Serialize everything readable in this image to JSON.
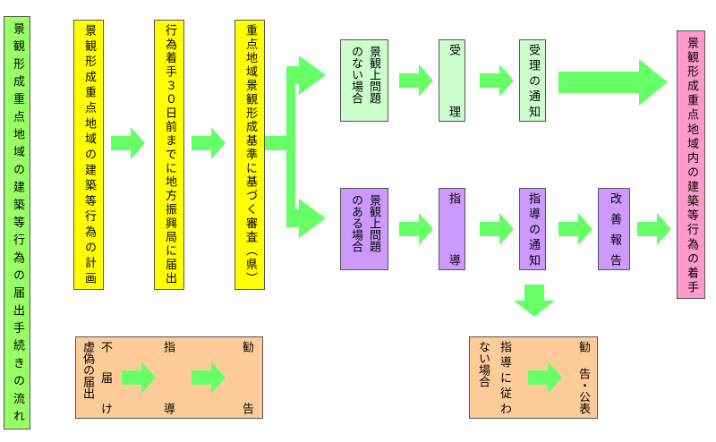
{
  "colors": {
    "title_green": "#99ff66",
    "yellow": "#ffff00",
    "light_green": "#ccffcc",
    "purple": "#cc99ff",
    "pink": "#ff99cc",
    "peach": "#ffcc99",
    "arrow": "#66ff66"
  },
  "icons": {
    "arrow": "block-arrow-right",
    "arrow_down": "block-arrow-down",
    "branch": "branch-arrow"
  },
  "title": "景観形成重点地域の建築等行為の届出手続きの流れ",
  "plan": "景観形成重点地域の建築等行為の計画",
  "notify": "行為着手３０日前までに地方振興局に届出",
  "review": "重点地域景観形成基準に基づく審査（県）",
  "no_problem": {
    "col1": "景観上問題",
    "col2": "のない場合"
  },
  "acceptance": {
    "top": "受",
    "bottom": "理"
  },
  "acceptance_notice": "受理の通知",
  "problem": {
    "col1": "景観上問題",
    "col2": "のある場合"
  },
  "guidance": {
    "top": "指",
    "bottom": "導"
  },
  "guidance_notice": "指導の通知",
  "improvement_report": "改善報告",
  "start": "景観形成重点地域内の建築等行為の着手",
  "false_notify": {
    "col1": "不届け",
    "col2": "虚偽の届出"
  },
  "false_guidance": {
    "top": "指",
    "bottom": "導"
  },
  "false_recommend": {
    "top": "勧",
    "bottom": "告"
  },
  "noncompliance": {
    "col1": "指導に従わ",
    "col2": "ない場合"
  },
  "final_recommend": {
    "top": "勧",
    "bottom": "告・公表"
  }
}
